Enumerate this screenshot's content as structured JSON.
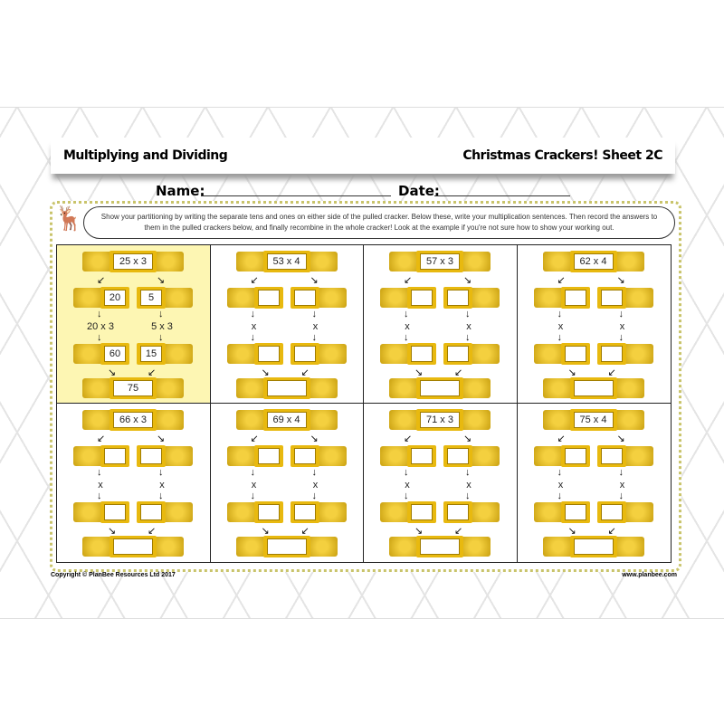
{
  "header": {
    "title": "Multiplying and Dividing",
    "sheet": "Christmas Crackers! Sheet 2C"
  },
  "name_label": "Name:",
  "date_label": "Date:",
  "instructions": "Show your partitioning by writing the separate tens and ones on either side of the pulled cracker. Below these, write your multiplication sentences. Then record the answers to them in the pulled crackers below, and finally recombine in the whole cracker! Look at the example if you're not sure how to show your working out.",
  "cells": [
    {
      "problem": "25 x 3",
      "tens": "20",
      "ones": "5",
      "tens_sentence": "20 x 3",
      "ones_sentence": "5 x 3",
      "tens_product": "60",
      "ones_product": "15",
      "total": "75",
      "example": true
    },
    {
      "problem": "53 x 4",
      "tens": "",
      "ones": "",
      "tens_sentence": "x",
      "ones_sentence": "x",
      "tens_product": "",
      "ones_product": "",
      "total": ""
    },
    {
      "problem": "57 x 3",
      "tens": "",
      "ones": "",
      "tens_sentence": "x",
      "ones_sentence": "x",
      "tens_product": "",
      "ones_product": "",
      "total": ""
    },
    {
      "problem": "62 x 4",
      "tens": "",
      "ones": "",
      "tens_sentence": "x",
      "ones_sentence": "x",
      "tens_product": "",
      "ones_product": "",
      "total": ""
    },
    {
      "problem": "66 x 3",
      "tens": "",
      "ones": "",
      "tens_sentence": "x",
      "ones_sentence": "x",
      "tens_product": "",
      "ones_product": "",
      "total": ""
    },
    {
      "problem": "69 x 4",
      "tens": "",
      "ones": "",
      "tens_sentence": "x",
      "ones_sentence": "x",
      "tens_product": "",
      "ones_product": "",
      "total": ""
    },
    {
      "problem": "71 x 3",
      "tens": "",
      "ones": "",
      "tens_sentence": "x",
      "ones_sentence": "x",
      "tens_product": "",
      "ones_product": "",
      "total": ""
    },
    {
      "problem": "75 x 4",
      "tens": "",
      "ones": "",
      "tens_sentence": "x",
      "ones_sentence": "x",
      "tens_product": "",
      "ones_product": "",
      "total": ""
    }
  ],
  "footer": {
    "copyright": "Copyright © PlanBee Resources Ltd 2017",
    "website": "www.planbee.com"
  },
  "colors": {
    "cracker": "#e8b90f",
    "example_bg": "#fdf6b3",
    "border": "#c9c46b"
  }
}
